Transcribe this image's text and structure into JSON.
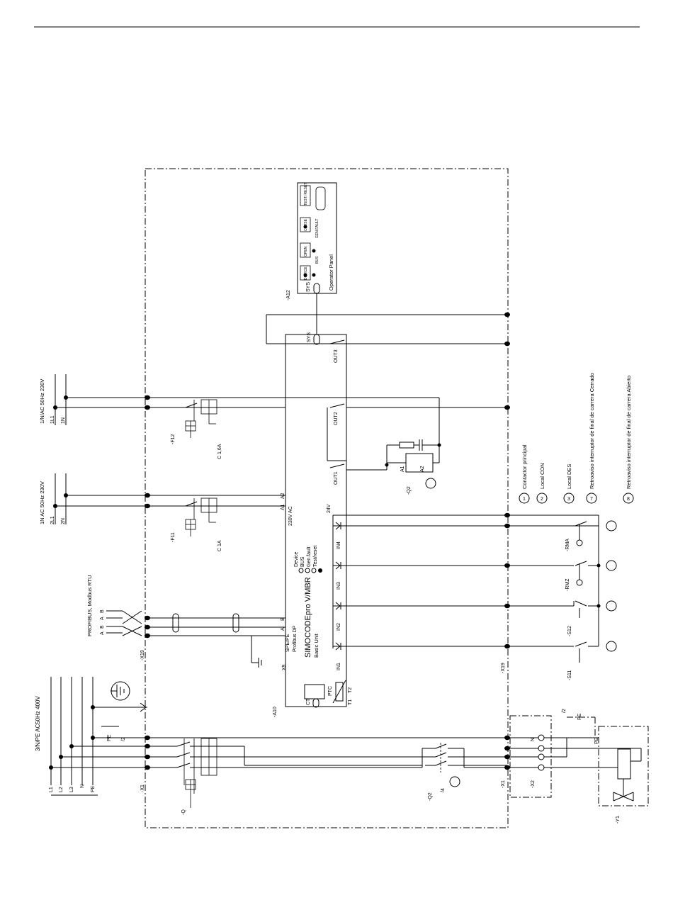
{
  "diagram": {
    "supply": {
      "main": "3/N/PE AC50Hz 400V",
      "conductors": [
        "L1",
        "L2",
        "L3",
        "N",
        "PE"
      ],
      "control_a": "1N AC 50Hz 230V",
      "control_a_lines": [
        "2L1",
        "2N"
      ],
      "control_b": "1/N/AC 50Hz 230V",
      "control_b_lines": [
        "1L1",
        "1N"
      ],
      "fieldbus": "PROFIBUS, Modbus RTU",
      "bus_letters": [
        "B",
        "A",
        "B",
        "A"
      ]
    },
    "devices": {
      "breaker_q": "-Q",
      "fuse_f11": "-F11",
      "fuse_f11_rating": "C 1A",
      "fuse_f12": "-F12",
      "fuse_f12_rating": "C 1,6A",
      "basic_unit_ref": "-A10",
      "panel_ref": "-A12",
      "contactor": "-Q2",
      "contactor_coil": [
        "A1",
        "A2"
      ],
      "aux_contacts": [
        "-S11",
        "-S12",
        "-RMZ",
        "-RMA"
      ],
      "valve": "-Y1",
      "strip_x1": "-X1",
      "strip_x2": "-X2",
      "strip_x19": "-X19"
    },
    "basic_unit": {
      "title": "SIMOCODEpro V/MBR",
      "subtitle": "Basic Unit",
      "leds": [
        "Device",
        "BUS",
        "Gen.fault",
        "Test/reset"
      ],
      "profibus": "Profibus DP",
      "spe": "SPE/PE",
      "x9": "X9",
      "ct": "CT",
      "ptc": "PTC",
      "t1": "T1",
      "t2": "T2",
      "sys": "SYS",
      "supply": "230V AC",
      "a1": "A1",
      "a2": "A2",
      "b": "B",
      "a": "A",
      "v24": "24V",
      "inputs": [
        "IN1",
        "IN2",
        "IN3",
        "IN4"
      ],
      "outputs": [
        "OUT1",
        "OUT2",
        "OUT3"
      ]
    },
    "operator_panel": {
      "label": "Operator Panel",
      "sys": "SYS",
      "buttons": [
        "TEST/ RESET",
        "CLOSE",
        "OPEN"
      ],
      "leds": [
        "DEVICE",
        "BUS",
        "GEN.FAULT"
      ]
    },
    "legend": [
      {
        "num": "1",
        "text": "Contactor principal"
      },
      {
        "num": "2",
        "text": "Local CON"
      },
      {
        "num": "3",
        "text": "Local DES"
      },
      {
        "num": "7",
        "text": "Retroaviso interruptor de final de carrera Cerrado"
      },
      {
        "num": "8",
        "text": "Retroaviso interruptor de final de carrera Abierto"
      }
    ],
    "marks": {
      "pe": "PE",
      "n": "N",
      "ref_2": "/2",
      "ref_4": "/4"
    }
  }
}
